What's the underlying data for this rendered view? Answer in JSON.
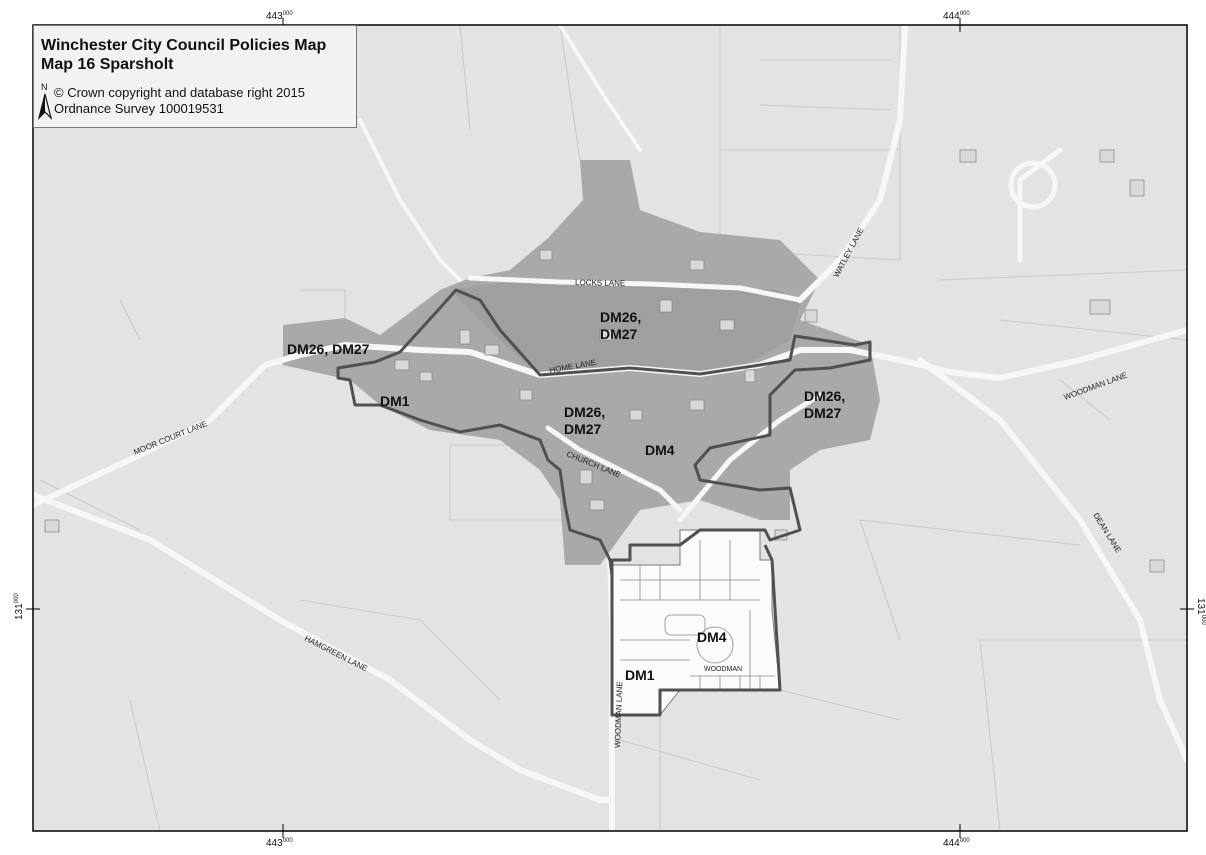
{
  "map": {
    "title_line1": "Winchester City Council Policies Map",
    "title_line2": "Map 16 Sparsholt",
    "copyright_line1": "© Crown copyright and database right 2015",
    "copyright_line2": "Ordnance Survey 100019531",
    "north_symbol": "N",
    "colors": {
      "background": "#e3e3e3",
      "roads": "#f7f7f7",
      "settlement_fill": "#a9a9a9",
      "boundary": "#505050",
      "new_development": "#fbfbfb"
    }
  },
  "grid_labels": {
    "x_left_main": "443",
    "x_left_sup": "000",
    "x_right_main": "444",
    "x_right_sup": "000",
    "y_main": "131",
    "y_sup": "000"
  },
  "road_labels": {
    "locks_lane": "LOCKS LANE",
    "home_lane": "HOME LANE",
    "church_lane": "CHURCH LANE",
    "moor_court_lane": "MOOR COURT LANE",
    "hamgreen_lane": "HAMGREEN LANE",
    "woodman_lane_south": "WOODMAN LANE",
    "woodman_lane_east": "WOODMAN LANE",
    "watley_lane": "WATLEY LANE",
    "dean_lane": "DEAN LANE",
    "woodman_close": "WOODMAN"
  },
  "policy_labels": {
    "dm26_dm27_west": "DM26, DM27",
    "dm26_north_l1": "DM26,",
    "dm26_north_l2": "DM27",
    "dm26_center_l1": "DM26,",
    "dm26_center_l2": "DM27",
    "dm26_east_l1": "DM26,",
    "dm26_east_l2": "DM27",
    "dm1_west": "DM1",
    "dm4_center": "DM4",
    "dm4_south": "DM4",
    "dm1_south": "DM1"
  }
}
